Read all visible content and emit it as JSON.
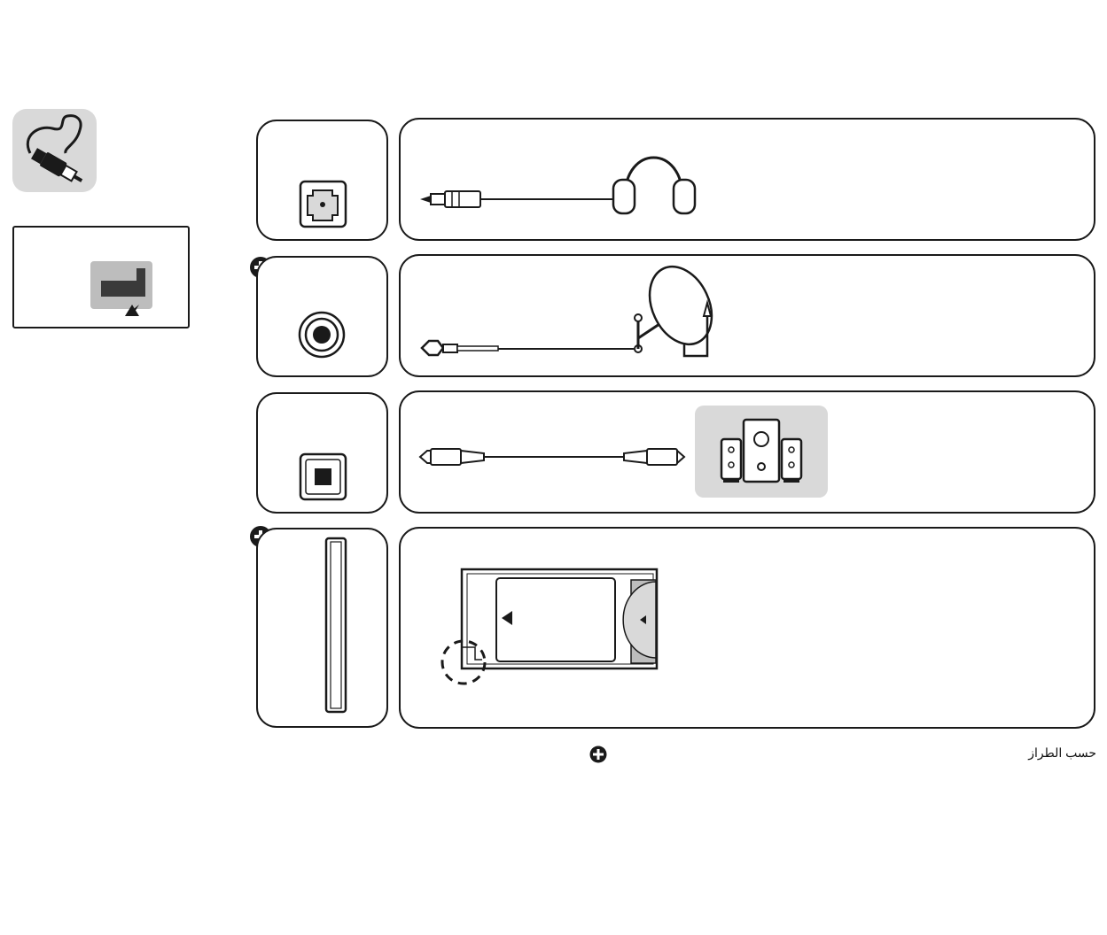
{
  "colors": {
    "stroke": "#1a1a1a",
    "panel_fill": "#ffffff",
    "grey_tile": "#d9d9d9",
    "dark_grey": "#3a3a3a"
  },
  "icons": {
    "cable": "cable-rca-icon",
    "port_indicator": "port-indicator-icon",
    "headphone_jack": "headphone-jack-icon",
    "satellite_port": "satellite-port-icon",
    "optical_port": "optical-port-icon",
    "ci_slot": "ci-slot-icon",
    "optional_marker": "plus-circle-icon"
  },
  "rows": [
    {
      "id": "headphone",
      "optional": false,
      "device": "headphones-icon"
    },
    {
      "id": "satellite",
      "optional": true,
      "device": "satellite-dish-icon"
    },
    {
      "id": "optical",
      "optional": false,
      "device": "speaker-system-icon"
    },
    {
      "id": "ci",
      "optional": true,
      "device": "ci-module-card-icon"
    }
  ],
  "footer": {
    "note": "حسب الطراز"
  }
}
